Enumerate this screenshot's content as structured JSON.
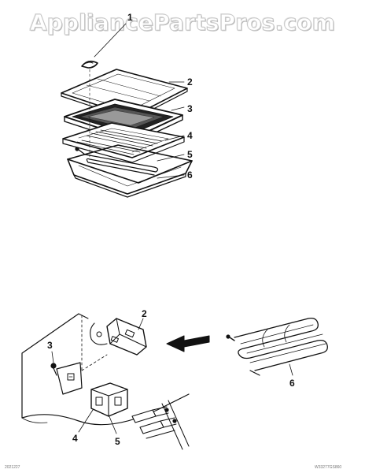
{
  "watermark": {
    "text": "AppliancePartsPros.com",
    "color": "#c8c8c8"
  },
  "upper_assembly": {
    "callouts": [
      "1",
      "2",
      "3",
      "4",
      "5",
      "6"
    ]
  },
  "lower_assembly": {
    "callouts": [
      "2",
      "3",
      "4",
      "5",
      "6"
    ]
  },
  "footer": {
    "left_code": "2021227",
    "right_code": "W33277GS860"
  },
  "line_color": "#111111"
}
